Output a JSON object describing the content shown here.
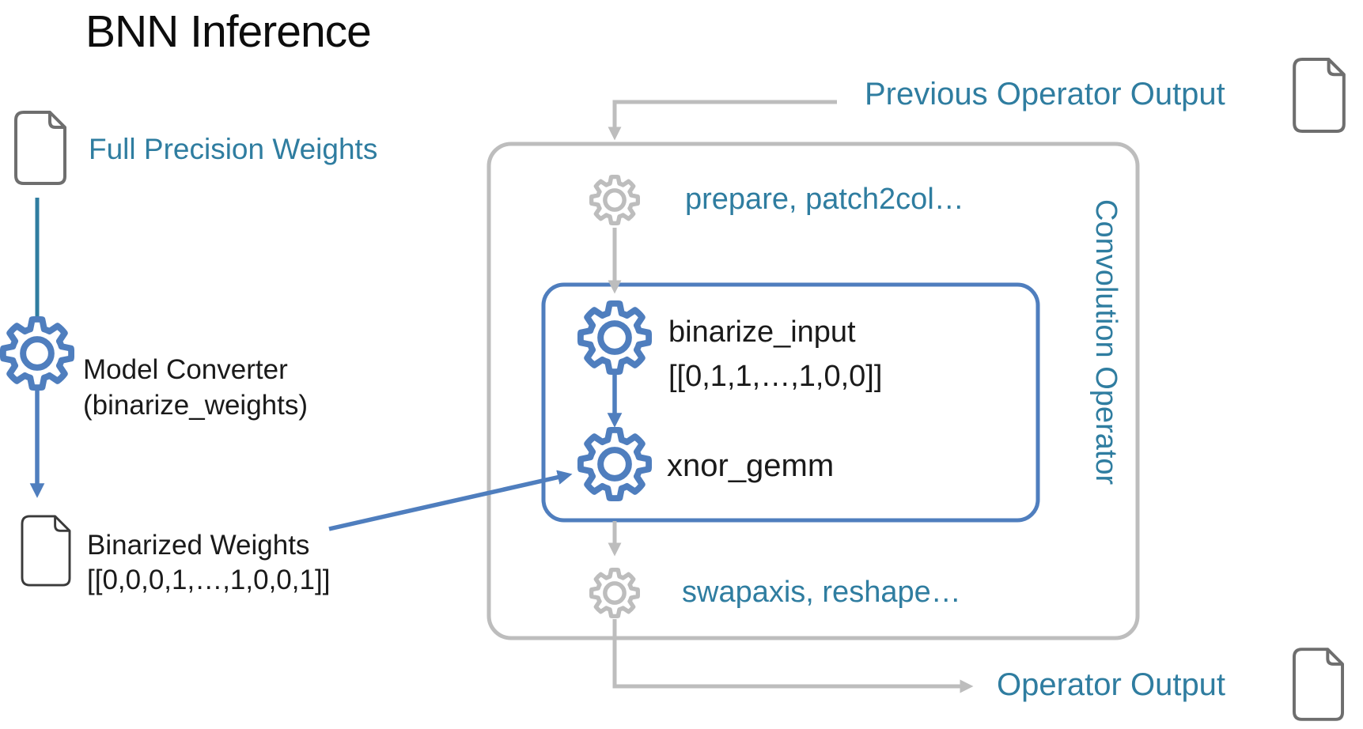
{
  "title": "BNN Inference",
  "colors": {
    "teal": "#2f7da0",
    "blue": "#4f7ebe",
    "gray": "#bdbdbd",
    "doc_gray": "#6e6e6e",
    "doc_dark": "#3a3a3a",
    "ink": "#1a1a1a"
  },
  "left_flow": {
    "full_precision_weights_label": "Full Precision Weights",
    "model_converter_label": "Model Converter",
    "model_converter_sublabel": "(binarize_weights)",
    "binarized_weights_label": "Binarized Weights",
    "binarized_weights_values": "[[0,0,0,1,…,1,0,0,1]]"
  },
  "operator_box": {
    "label": "Convolution Operator",
    "prepare_step": "prepare, patch2col…",
    "binarize_input_label": "binarize_input",
    "binarize_input_values": "[[0,1,1,…,1,0,0]]",
    "xnor_gemm_label": "xnor_gemm",
    "swapaxis_step": "swapaxis, reshape…"
  },
  "io": {
    "previous_output_label": "Previous Operator Output",
    "operator_output_label": "Operator Output"
  },
  "icons": {
    "gear": "gear-outline",
    "document": "file-outline",
    "arrow": "arrowhead"
  }
}
